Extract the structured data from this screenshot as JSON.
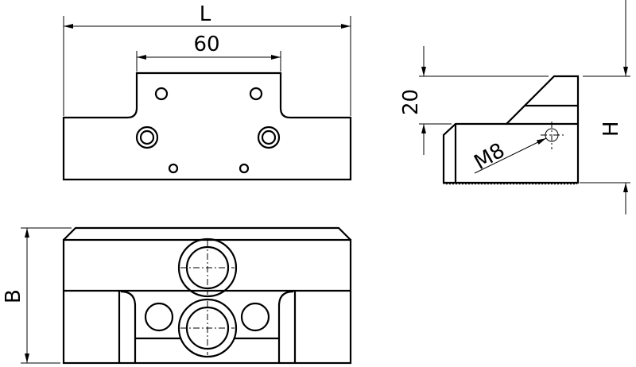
{
  "drawing": {
    "top_view": {
      "dim_overall_length": "L",
      "dim_tab_width": "60"
    },
    "side_view": {
      "dim_step_height": "20",
      "dim_height": "H",
      "thread_callout": "M8"
    },
    "bottom_view": {
      "dim_width": "B"
    },
    "line_color": "#000000"
  }
}
